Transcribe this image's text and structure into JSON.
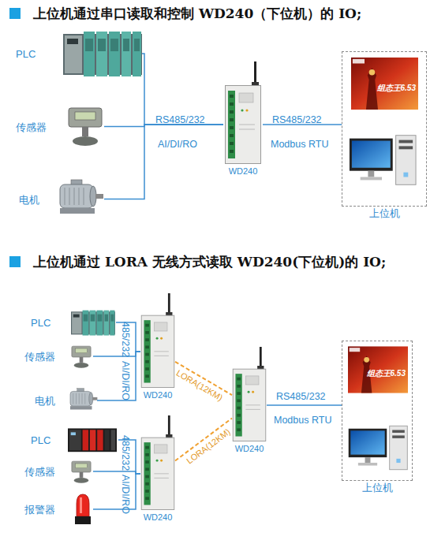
{
  "diagram": {
    "nodes": [
      {
        "text": [
          "PLC"
        ]
      },
      {
        "text": [
          "传感器"
        ]
      },
      {
        "text": [
          "电机"
        ]
      },
      {
        "text": [
          "WD240"
        ]
      },
      {
        "text": [
          "上位机"
        ]
      },
      {
        "text": [
          "组态王6.53"
        ],
        "in": 4
      },
      {
        "text": [
          "PLC"
        ]
      },
      {
        "text": [
          "传感器"
        ]
      },
      {
        "text": [
          "电机"
        ]
      },
      {
        "text": [
          "WD240"
        ]
      },
      {
        "text": [
          "PLC"
        ]
      },
      {
        "text": [
          "传感器"
        ]
      },
      {
        "text": [
          "报警器"
        ]
      },
      {
        "text": [
          "WD240"
        ]
      },
      {
        "text": [
          "WD240"
        ]
      },
      {
        "text": [
          "上位机"
        ]
      },
      {
        "text": [
          "组态王6.53"
        ],
        "in": 15
      }
    ],
    "edges": [
      {
        "from": 0,
        "to": 3,
        "arrow": "none"
      },
      {
        "from": 1,
        "to": 3,
        "arrow": "none"
      },
      {
        "from": 2,
        "to": 3,
        "arrow": "none"
      },
      {
        "from": 3,
        "to": 4,
        "arrow": "none"
      },
      {
        "from": 6,
        "to": 9,
        "arrow": "none"
      },
      {
        "from": 7,
        "to": 9,
        "arrow": "none"
      },
      {
        "from": 8,
        "to": 9,
        "arrow": "none"
      },
      {
        "from": 10,
        "to": 13,
        "arrow": "none"
      },
      {
        "from": 11,
        "to": 13,
        "arrow": "none"
      },
      {
        "from": 12,
        "to": 13,
        "arrow": "none"
      },
      {
        "from": 9,
        "to": 14,
        "label": "LORA(12KM)",
        "arrow": "none"
      },
      {
        "from": 13,
        "to": 14,
        "label": "LORA(12KM)",
        "arrow": "none"
      },
      {
        "from": 14,
        "to": 15,
        "arrow": "none"
      }
    ],
    "labels": [
      "上位机通过串口读取和控制 WD240（下位机）的 IO;",
      "上位机通过 LORA 无线方式读取 WD240(下位机)的 IO;",
      "RS485/232",
      "AI/DI/RO",
      "RS485/232",
      "Modbus RTU",
      "485/232",
      "AI/DI/RO",
      "485/232",
      "AI/DI/RO",
      "RS485/232",
      "Modbus RTU"
    ]
  }
}
